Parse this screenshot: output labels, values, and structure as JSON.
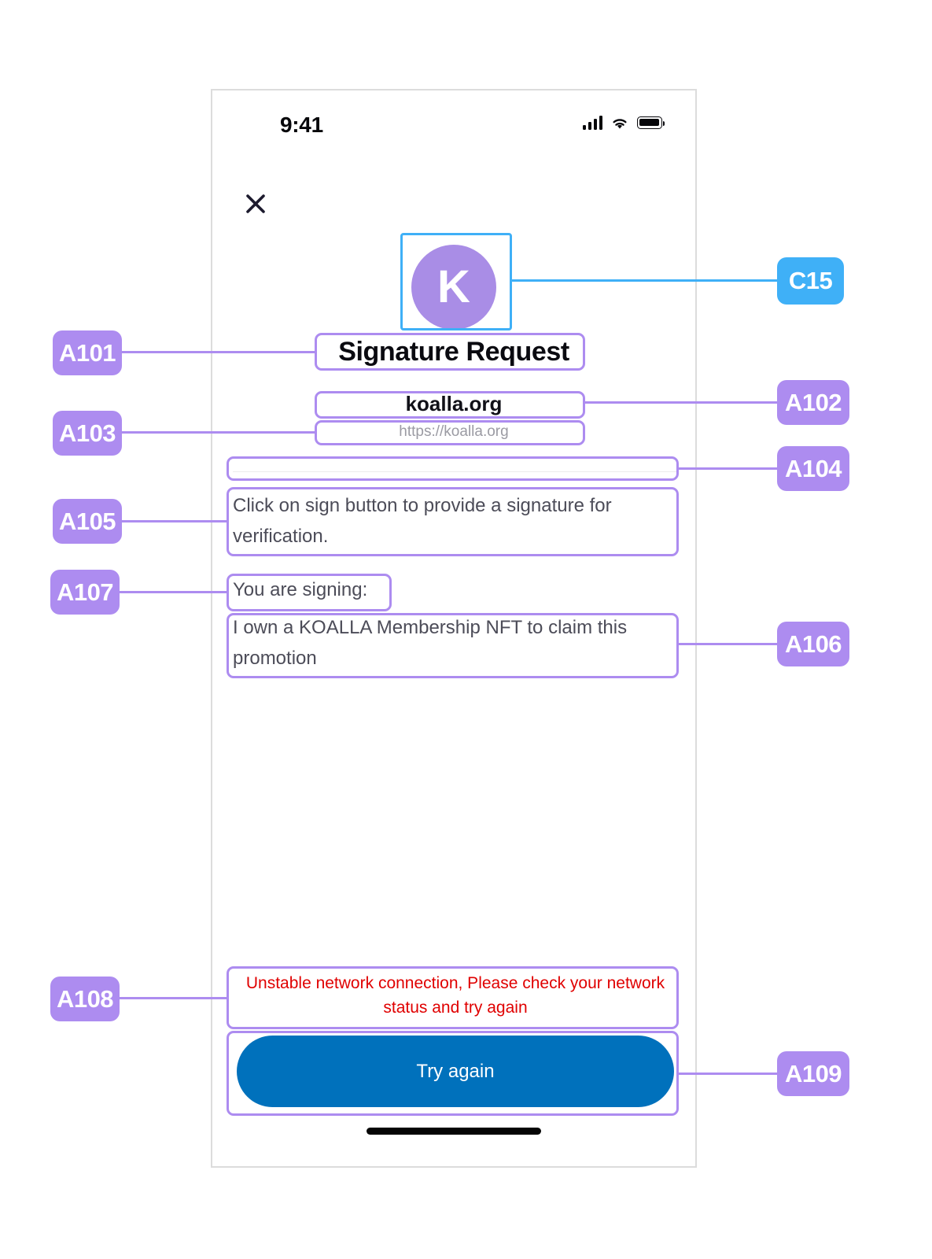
{
  "status_bar": {
    "time": "9:41",
    "signal_icon": "cellular-signal-icon",
    "wifi_icon": "wifi-icon",
    "battery_icon": "battery-full-icon"
  },
  "header": {
    "close_icon": "close-x-icon",
    "logo_letter": "K",
    "logo_color": "#a98de6",
    "title": "Signature Request"
  },
  "site": {
    "name": "koalla.org",
    "url": "https://koalla.org"
  },
  "content": {
    "instruction": "Click on sign button to provide a signature for verification.",
    "signing_label": "You are signing:",
    "signing_message": "I own a KOALLA Membership NFT to claim this promotion"
  },
  "footer": {
    "error_message": "Unstable network connection, Please check your network status and try again",
    "error_color": "#e00000",
    "button_label": "Try again",
    "button_color": "#0071bc"
  },
  "annotations": {
    "accent_purple": "#ad8cf0",
    "accent_blue": "#3fb0f7",
    "labels": {
      "c15": "C15",
      "a101": "A101",
      "a102": "A102",
      "a103": "A103",
      "a104": "A104",
      "a105": "A105",
      "a106": "A106",
      "a107": "A107",
      "a108": "A108",
      "a109": "A109"
    }
  }
}
